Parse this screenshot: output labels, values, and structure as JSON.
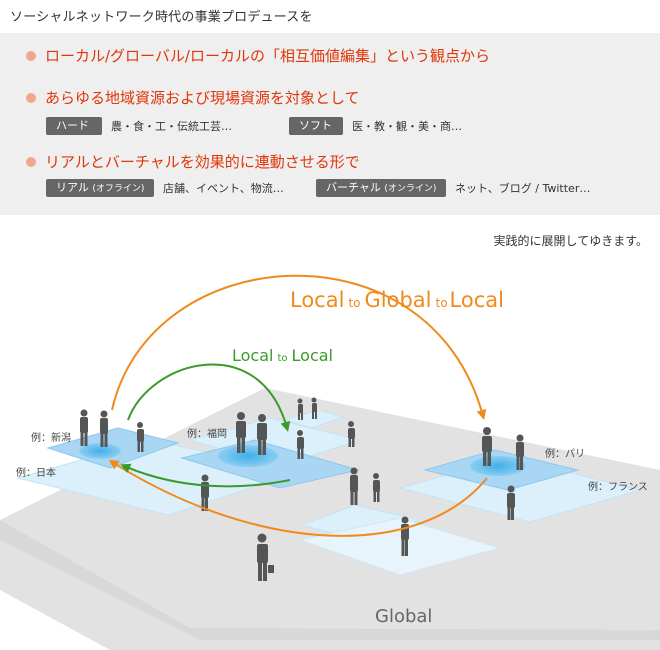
{
  "heading": "ソーシャルネットワーク時代の事業プロデュースを",
  "points": [
    "ローカル/グローバル/ローカルの「相互価値編集」という観点から",
    "あらゆる地域資源および現場資源を対象として",
    "リアルとバーチャルを効果的に連動させる形で"
  ],
  "resources": {
    "hard_tag": "ハード",
    "hard_examples": "農・食・工・伝統工芸…",
    "soft_tag": "ソフト",
    "soft_examples": "医・教・観・美・商…"
  },
  "channels": {
    "real_tag": "リアル",
    "real_sub": "(オフライン)",
    "real_examples": "店舗、イベント、物流…",
    "virtual_tag": "バーチャル",
    "virtual_sub": "(オンライン)",
    "virtual_examples": "ネット、ブログ / Twitter…"
  },
  "subheading": "実践的に展開してゆきます。",
  "diagram": {
    "global_arc_label": {
      "local1": "Local",
      "to1": "to",
      "global": "Global",
      "to2": "to",
      "local2": "Local"
    },
    "local_arc_label": {
      "local1": "Local",
      "to": "to",
      "local2": "Local"
    },
    "regions": {
      "niigata": "例：新潟",
      "japan": "例：日本",
      "fukuoka": "例：福岡",
      "paris": "例：パリ",
      "france": "例：フランス"
    },
    "base_label": "Global",
    "colors": {
      "orange_arrow": "#f08a1c",
      "green_arrow": "#3c9a2a",
      "base_plane": "#e2e2e2",
      "light_plane": "#d9eef9",
      "blue_plane": "#a9d6f3",
      "spot": "#3fb0ea",
      "title_red": "#e0360a"
    }
  }
}
